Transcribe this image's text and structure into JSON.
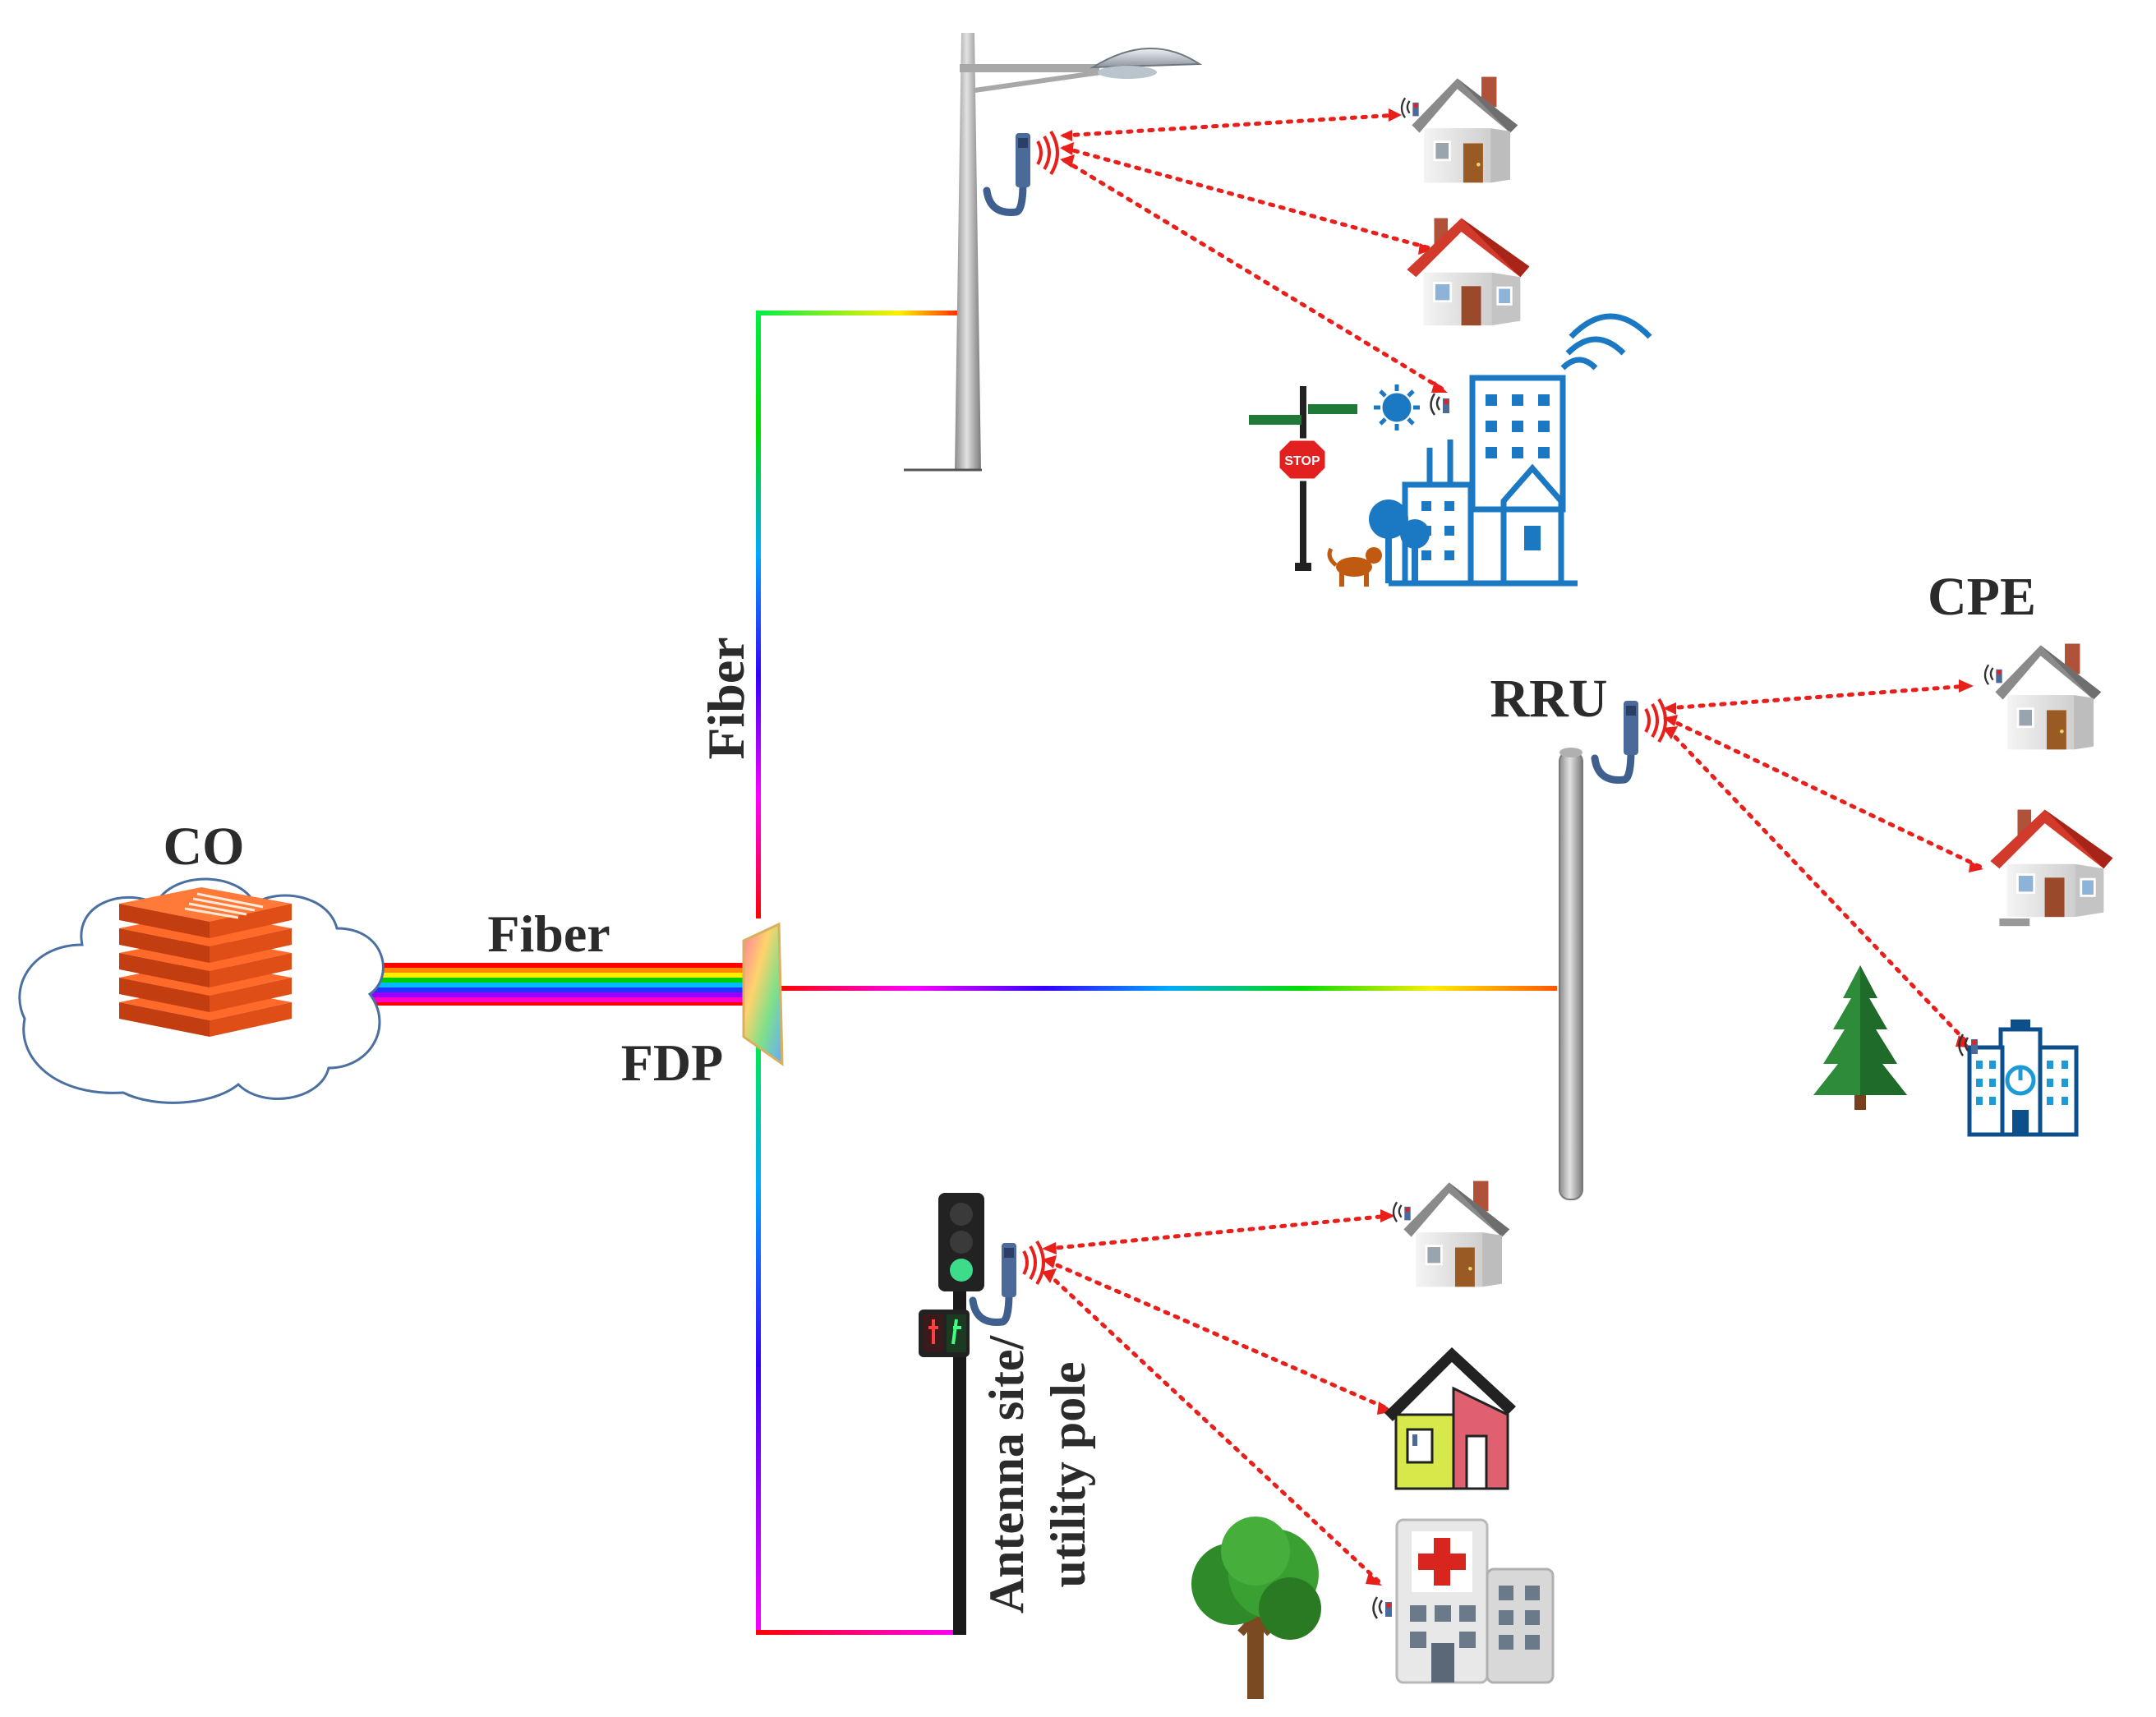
{
  "labels": {
    "co": "CO",
    "fiber_horizontal": "Fiber",
    "fiber_vertical": "Fiber",
    "fdp": "FDP",
    "rru": "RRU",
    "cpe": "CPE",
    "antenna_line1": "Antenna site/",
    "antenna_line2": "utility pole"
  },
  "icons": {
    "central_office": "server-stack-icon",
    "fdp": "fiber-distribution-point-icon",
    "street_light": "street-light-pole-icon",
    "utility_pole": "utility-pole-icon",
    "traffic_light": "traffic-light-icon",
    "antenna": "rru-antenna-icon",
    "house": "house-icon",
    "tree": "tree-icon",
    "hospital": "hospital-icon",
    "office": "office-building-icon",
    "smart_city": "smart-city-icon"
  },
  "colors": {
    "wireless_link": "#e8201c",
    "co_server": "#e8561f",
    "antenna": "#3f5f8f",
    "roof_red": "#d23a2c",
    "roof_gray": "#8a8a8a",
    "city_blue": "#1b78c2"
  },
  "stop_sign": "STOP"
}
